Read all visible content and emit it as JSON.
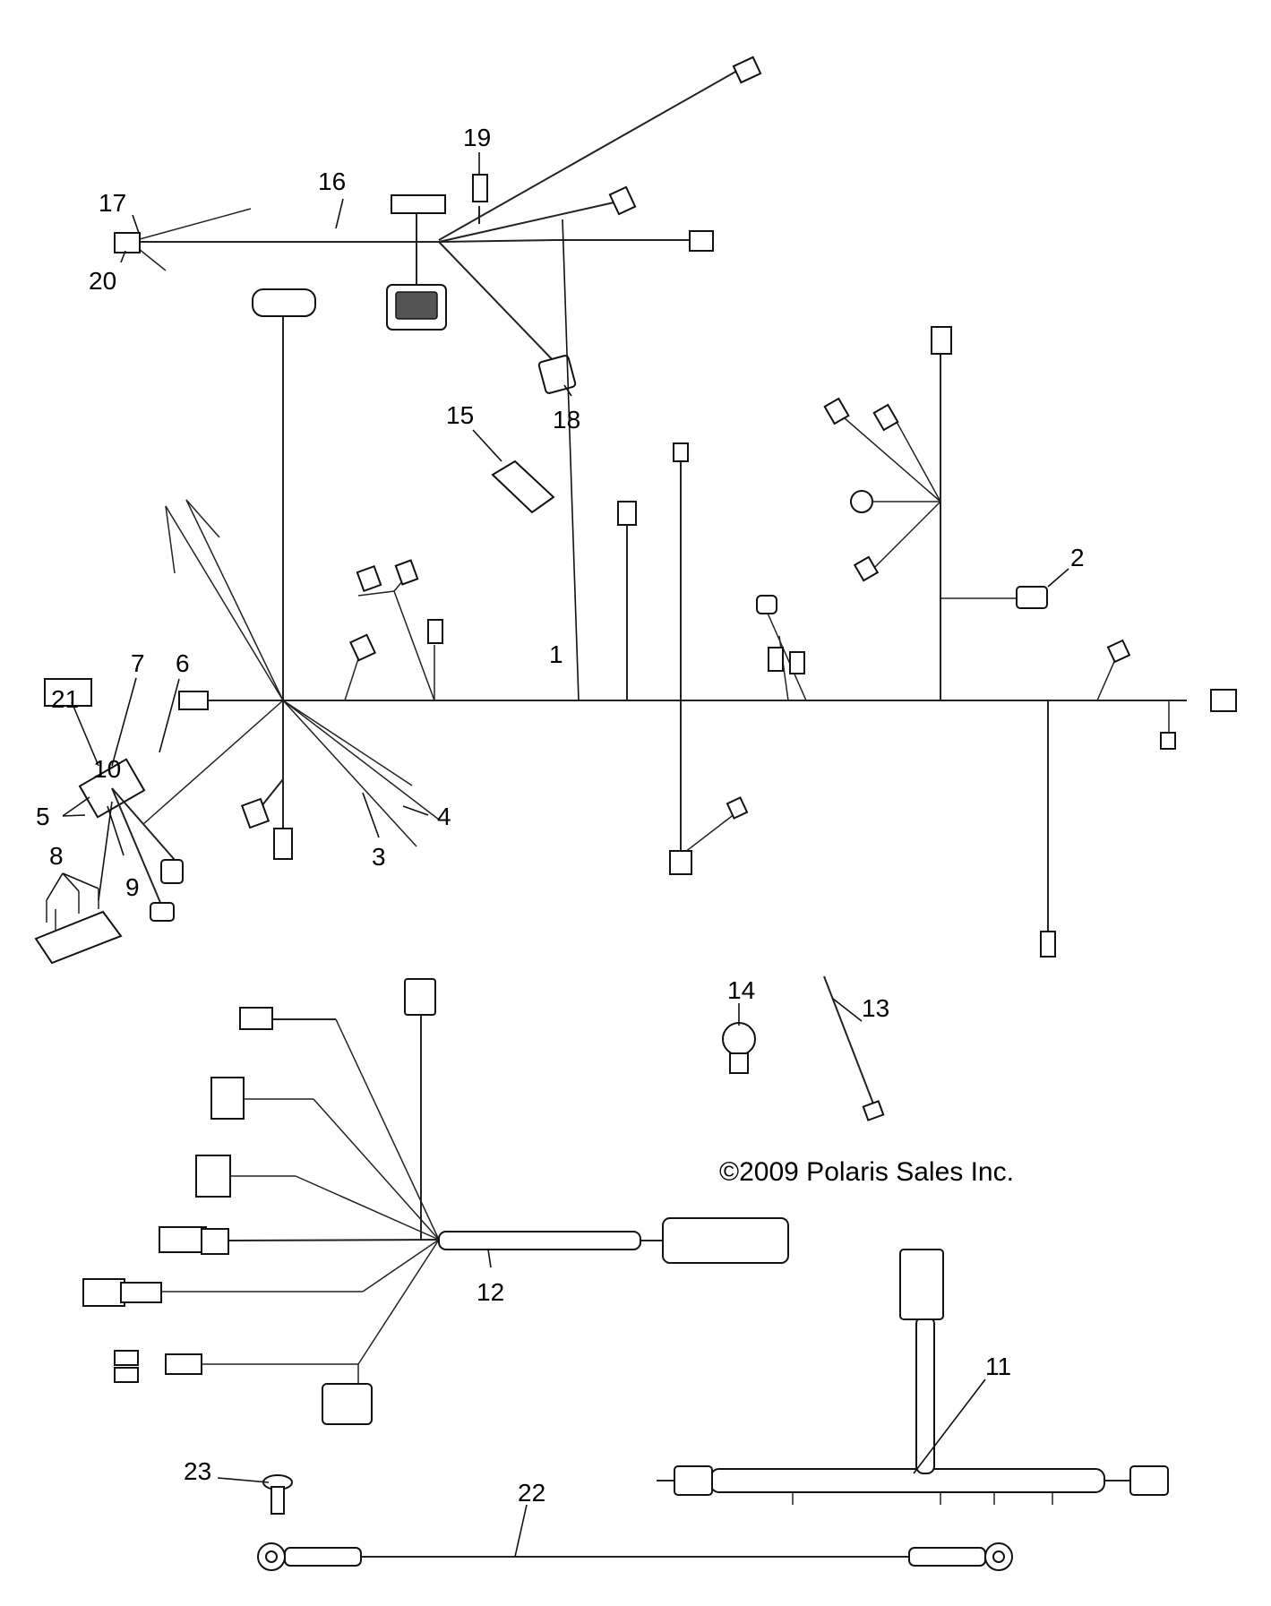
{
  "copyright": "©2009 Polaris Sales Inc.",
  "callouts": {
    "c1": "1",
    "c2": "2",
    "c3": "3",
    "c4": "4",
    "c5": "5",
    "c6": "6",
    "c7": "7",
    "c8": "8",
    "c9": "9",
    "c10": "10",
    "c11": "11",
    "c12": "12",
    "c13": "13",
    "c14": "14",
    "c15": "15",
    "c16": "16",
    "c17": "17",
    "c18": "18",
    "c19": "19",
    "c20": "20",
    "c21": "21",
    "c22": "22",
    "c23": "23"
  }
}
